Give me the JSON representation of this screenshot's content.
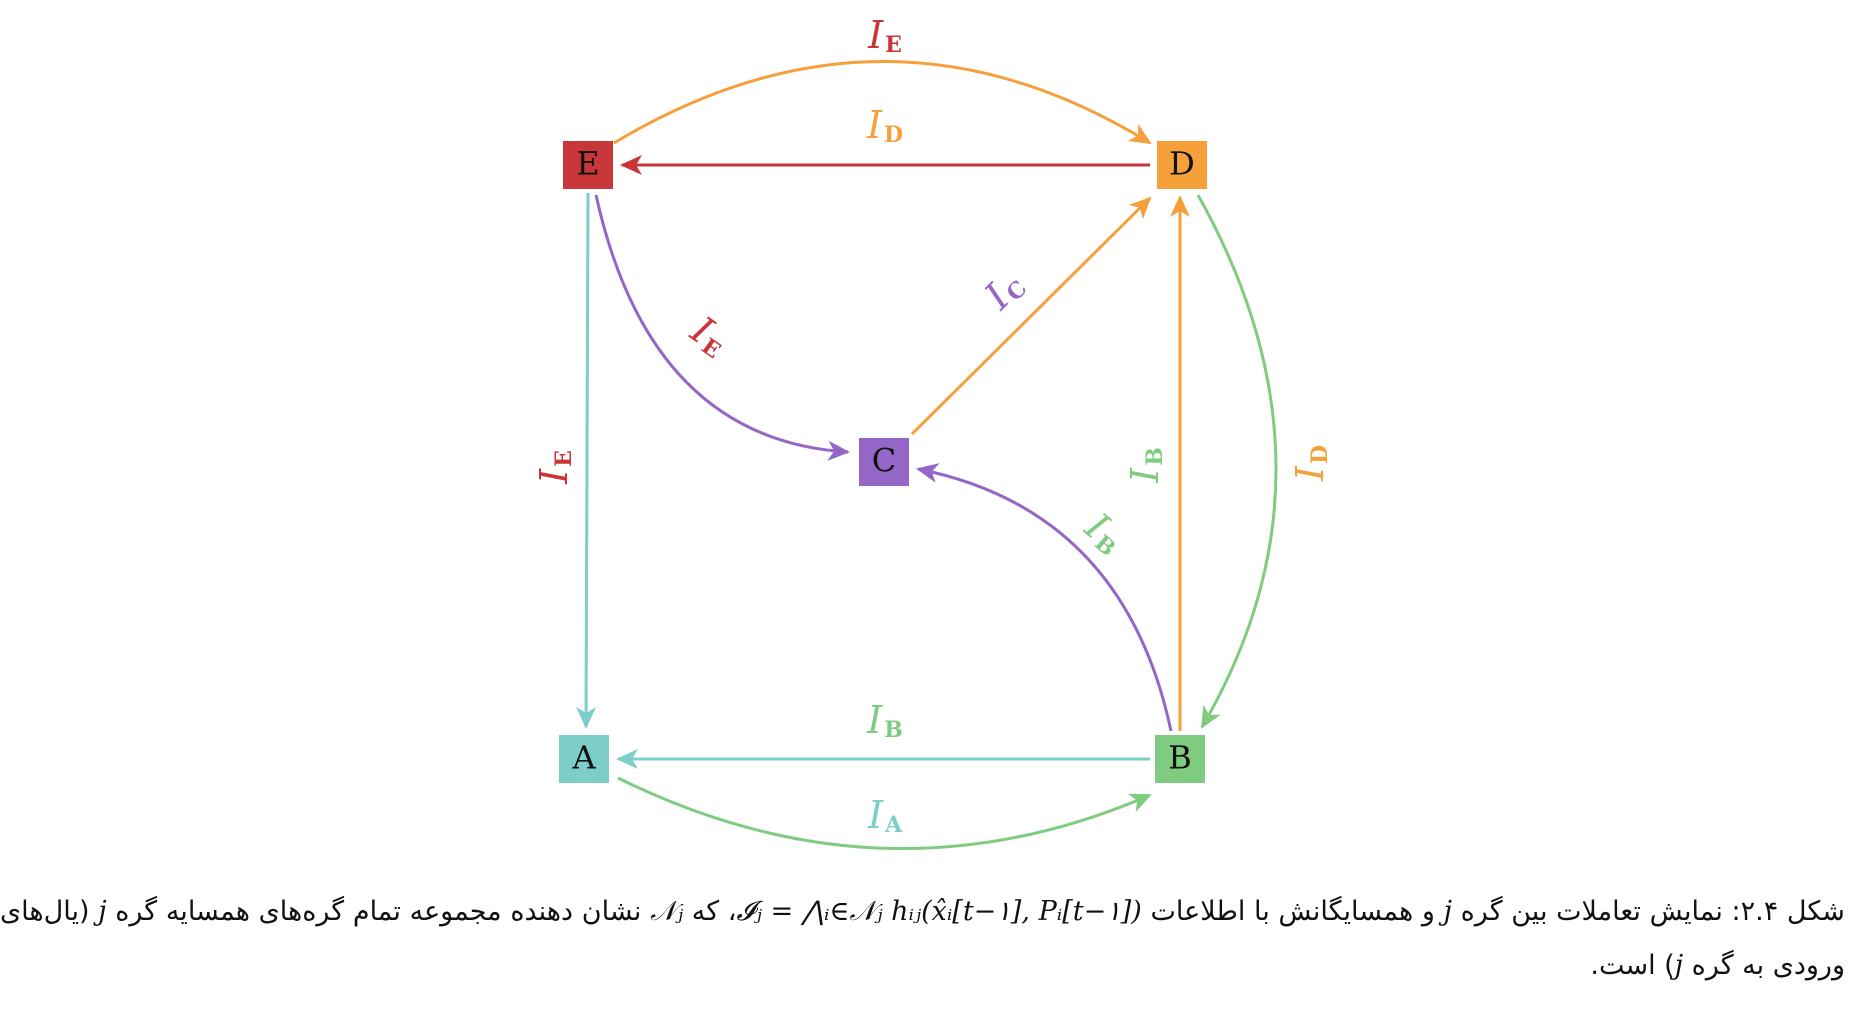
{
  "nodes": [
    {
      "id": "E",
      "label": "E",
      "color": "#c8363a"
    },
    {
      "id": "D",
      "label": "D",
      "color": "#f6a03c"
    },
    {
      "id": "C",
      "label": "C",
      "color": "#9466c8"
    },
    {
      "id": "A",
      "label": "A",
      "color": "#7dcdc8"
    },
    {
      "id": "B",
      "label": "B",
      "color": "#7fcb80"
    }
  ],
  "edges": [
    {
      "from": "E",
      "to": "D",
      "color": "#f6a03c",
      "label": "I",
      "label_sub": "E",
      "label_color": "#c8363a"
    },
    {
      "from": "D",
      "to": "E",
      "color": "#c8363a",
      "label": "I",
      "label_sub": "D",
      "label_color": "#f6a03c"
    },
    {
      "from": "E",
      "to": "C",
      "color": "#9466c8",
      "label": "I",
      "label_sub": "E",
      "label_color": "#c8363a"
    },
    {
      "from": "C",
      "to": "D",
      "color": "#f6a03c",
      "label": "I",
      "label_sub": "C",
      "label_color": "#9466c8"
    },
    {
      "from": "E",
      "to": "A",
      "color": "#7dcdc8",
      "label": "I",
      "label_sub": "E",
      "label_color": "#c8363a"
    },
    {
      "from": "B",
      "to": "D",
      "color": "#f6a03c",
      "label": "I",
      "label_sub": "B",
      "label_color": "#7fcb80"
    },
    {
      "from": "D",
      "to": "B",
      "color": "#7fcb80",
      "label": "I",
      "label_sub": "D",
      "label_color": "#f6a03c"
    },
    {
      "from": "B",
      "to": "C",
      "color": "#9466c8",
      "label": "I",
      "label_sub": "B",
      "label_color": "#7fcb80"
    },
    {
      "from": "B",
      "to": "A",
      "color": "#7dcdc8",
      "label": "I",
      "label_sub": "B",
      "label_color": "#7fcb80"
    },
    {
      "from": "A",
      "to": "B",
      "color": "#7fcb80",
      "label": "I",
      "label_sub": "A",
      "label_color": "#7dcdc8"
    }
  ],
  "caption": {
    "prefix": "شکل ۲.۴: نمایش تعاملات بین گره",
    "j1": "j",
    "middle": "و همسایگانش با اطلاعات",
    "formula": "𝓘ⱼ = ⋀ᵢ∈𝒩ⱼ hᵢⱼ(x̂ᵢ[t−۱], Pᵢ[t−۱])",
    "after_formula": "، که",
    "nj": "𝒩ⱼ",
    "line1_end": "نشان دهنده",
    "line2": "مجموعه تمام گره‌های همسایه گره",
    "j2": "j",
    "line2_mid": "(یال‌های ورودی به گره",
    "j3": "j",
    "line2_end": ") است."
  }
}
